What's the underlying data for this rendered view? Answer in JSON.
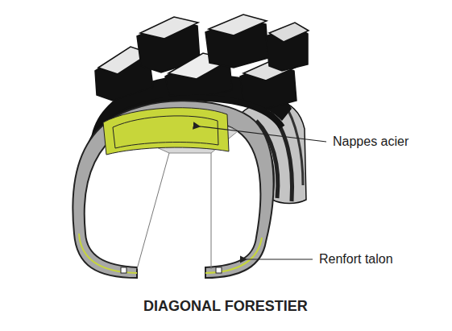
{
  "diagram": {
    "caption": "DIAGONAL FORESTIER",
    "labels": [
      "Nappes acier",
      "Renfort talon"
    ]
  }
}
